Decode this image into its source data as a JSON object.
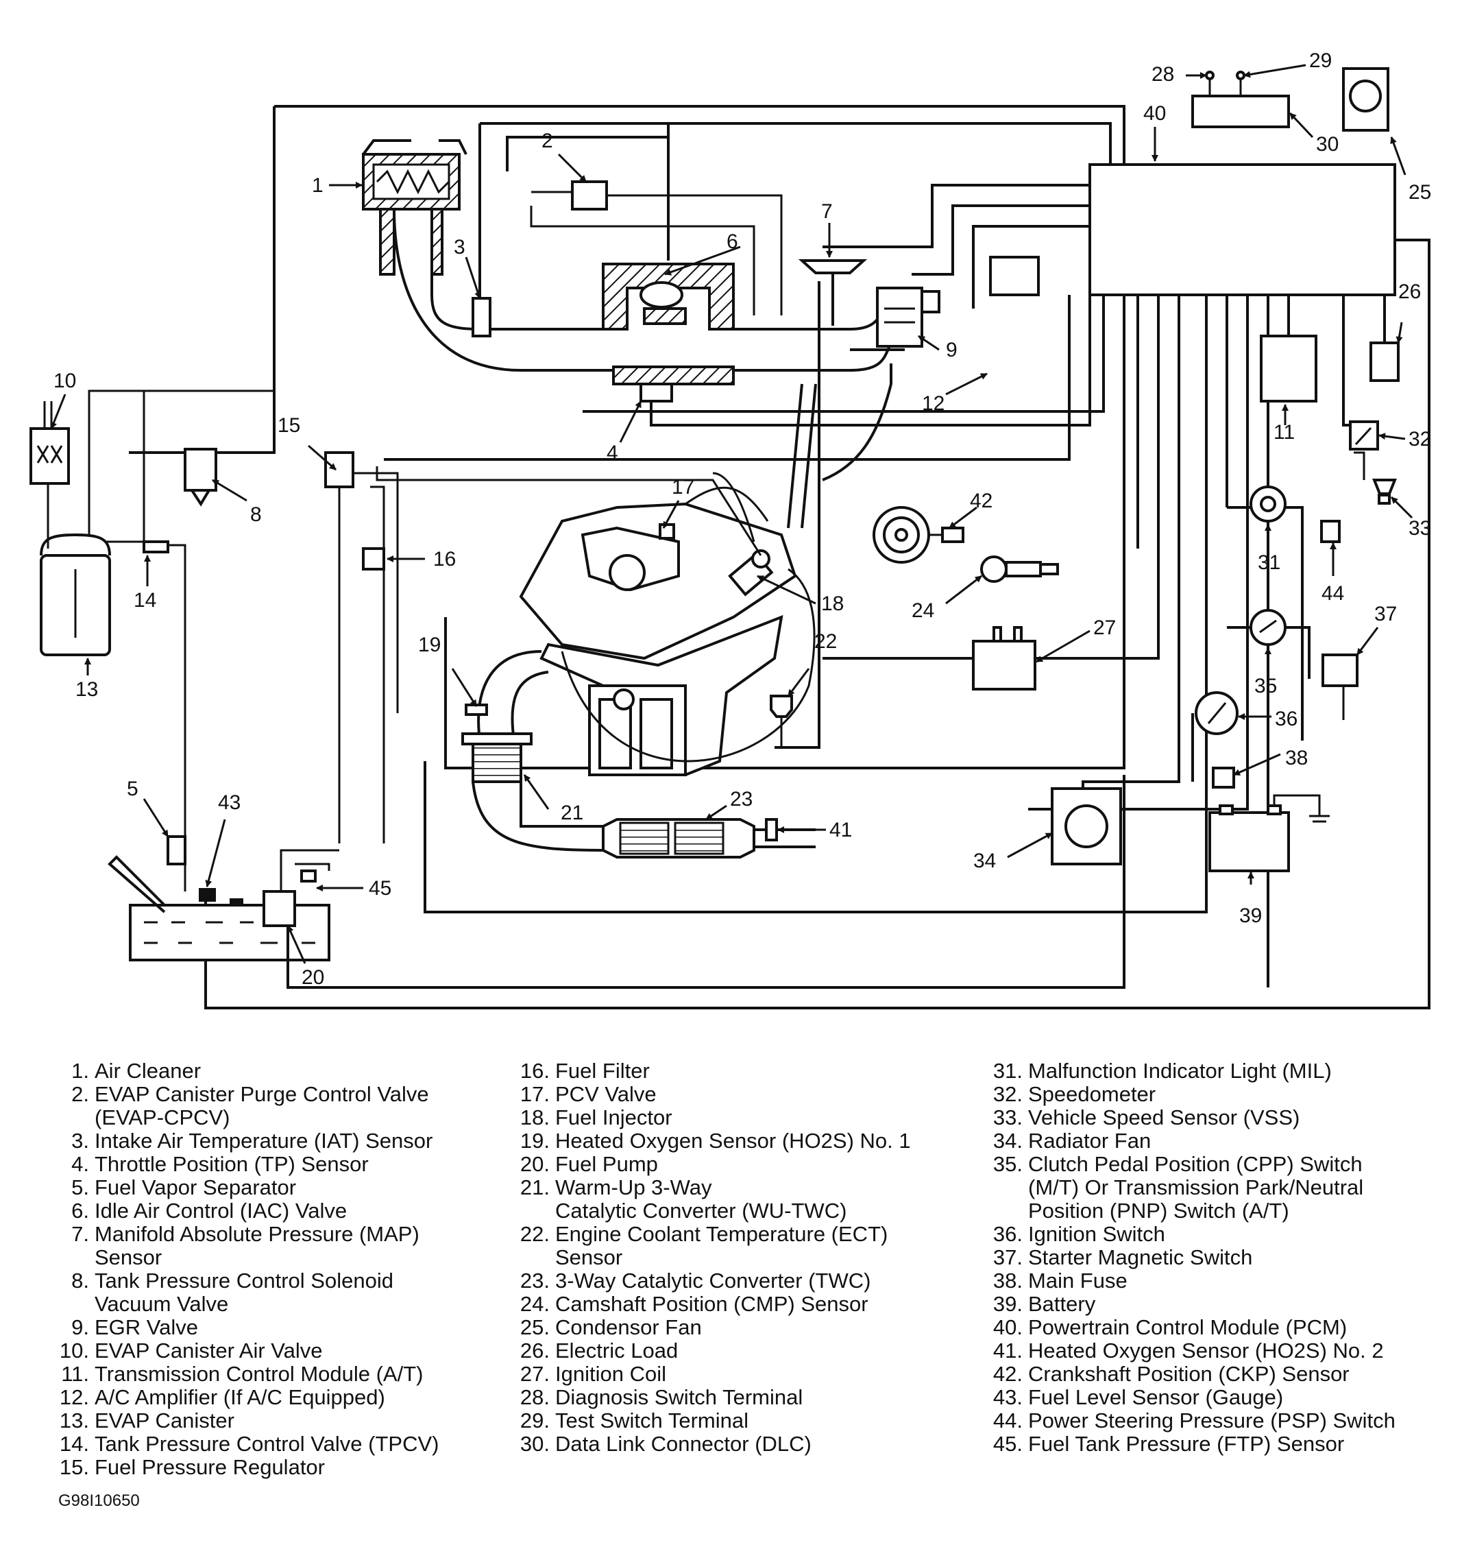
{
  "callouts": [
    "1",
    "2",
    "3",
    "4",
    "5",
    "6",
    "7",
    "8",
    "9",
    "10",
    "11",
    "12",
    "13",
    "14",
    "15",
    "16",
    "17",
    "18",
    "19",
    "20",
    "20",
    "21",
    "22",
    "23",
    "24",
    "25",
    "26",
    "27",
    "28",
    "29",
    "30",
    "31",
    "32",
    "33",
    "34",
    "35",
    "36",
    "37",
    "38",
    "39",
    "40",
    "41",
    "42",
    "43",
    "44",
    "45"
  ],
  "legend": {
    "column1": [
      {
        "num": "1.",
        "label": "Air Cleaner"
      },
      {
        "num": "2.",
        "label": "EVAP Canister Purge Control Valve"
      },
      {
        "num": "",
        "label": "(EVAP-CPCV)"
      },
      {
        "num": "3.",
        "label": "Intake Air Temperature (IAT) Sensor"
      },
      {
        "num": "4.",
        "label": "Throttle Position (TP) Sensor"
      },
      {
        "num": "5.",
        "label": "Fuel Vapor Separator"
      },
      {
        "num": "6.",
        "label": "Idle Air Control (IAC) Valve"
      },
      {
        "num": "7.",
        "label": "Manifold Absolute Pressure (MAP)"
      },
      {
        "num": "",
        "label": "Sensor"
      },
      {
        "num": "8.",
        "label": "Tank Pressure Control Solenoid"
      },
      {
        "num": "",
        "label": "Vacuum Valve"
      },
      {
        "num": "9.",
        "label": "EGR Valve"
      },
      {
        "num": "10.",
        "label": "EVAP Canister Air Valve"
      },
      {
        "num": "11.",
        "label": "Transmission Control Module (A/T)"
      },
      {
        "num": "12.",
        "label": "A/C Amplifier (If A/C Equipped)"
      },
      {
        "num": "13.",
        "label": "EVAP Canister"
      },
      {
        "num": "14.",
        "label": "Tank Pressure Control Valve (TPCV)"
      },
      {
        "num": "15.",
        "label": "Fuel Pressure Regulator"
      }
    ],
    "column2": [
      {
        "num": "16.",
        "label": "Fuel Filter"
      },
      {
        "num": "17.",
        "label": "PCV Valve"
      },
      {
        "num": "18.",
        "label": "Fuel Injector"
      },
      {
        "num": "19.",
        "label": "Heated Oxygen Sensor (HO2S) No. 1"
      },
      {
        "num": "20.",
        "label": "Fuel Pump"
      },
      {
        "num": "21.",
        "label": "Warm-Up 3-Way"
      },
      {
        "num": "",
        "label": "Catalytic Converter (WU-TWC)"
      },
      {
        "num": "22.",
        "label": "Engine Coolant Temperature (ECT)"
      },
      {
        "num": "",
        "label": "Sensor"
      },
      {
        "num": "23.",
        "label": "3-Way Catalytic Converter (TWC)"
      },
      {
        "num": "24.",
        "label": "Camshaft Position (CMP) Sensor"
      },
      {
        "num": "25.",
        "label": "Condensor Fan"
      },
      {
        "num": "26.",
        "label": "Electric Load"
      },
      {
        "num": "27.",
        "label": "Ignition Coil"
      },
      {
        "num": "28.",
        "label": "Diagnosis Switch Terminal"
      },
      {
        "num": "29.",
        "label": "Test Switch Terminal"
      },
      {
        "num": "30.",
        "label": "Data Link Connector (DLC)"
      }
    ],
    "column3": [
      {
        "num": "31.",
        "label": "Malfunction Indicator Light (MIL)"
      },
      {
        "num": "32.",
        "label": "Speedometer"
      },
      {
        "num": "33.",
        "label": "Vehicle Speed Sensor (VSS)"
      },
      {
        "num": "34.",
        "label": "Radiator Fan"
      },
      {
        "num": "35.",
        "label": "Clutch Pedal Position (CPP) Switch"
      },
      {
        "num": "",
        "label": "(M/T) Or Transmission Park/Neutral"
      },
      {
        "num": "",
        "label": "Position (PNP) Switch (A/T)"
      },
      {
        "num": "36.",
        "label": "Ignition Switch"
      },
      {
        "num": "37.",
        "label": "Starter Magnetic Switch"
      },
      {
        "num": "38.",
        "label": "Main Fuse"
      },
      {
        "num": "39.",
        "label": "Battery"
      },
      {
        "num": "40.",
        "label": "Powertrain Control Module (PCM)"
      },
      {
        "num": "41.",
        "label": "Heated Oxygen Sensor (HO2S) No. 2"
      },
      {
        "num": "42.",
        "label": "Crankshaft Position (CKP) Sensor"
      },
      {
        "num": "43.",
        "label": "Fuel Level Sensor (Gauge)"
      },
      {
        "num": "44.",
        "label": "Power Steering Pressure (PSP) Switch"
      },
      {
        "num": "45.",
        "label": "Fuel Tank Pressure (FTP) Sensor"
      }
    ]
  },
  "figure_code": "G98I10650"
}
